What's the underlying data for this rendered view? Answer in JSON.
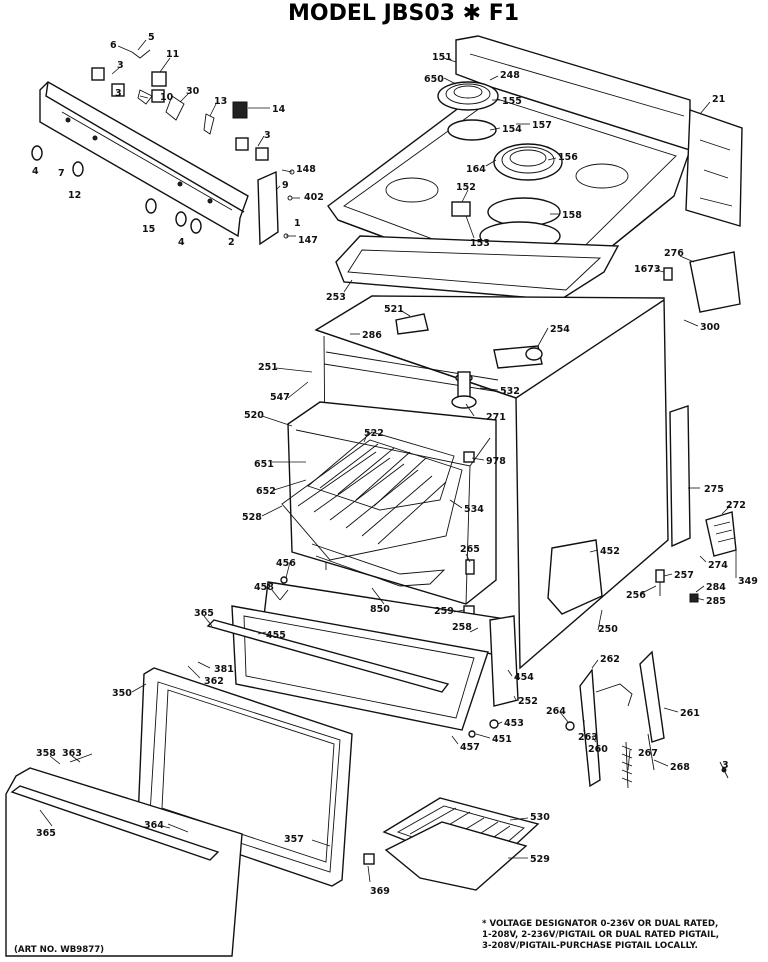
{
  "title": "MODEL JBS03",
  "title_suffix": "F1",
  "parts": [
    {
      "id": "p5",
      "label": "5"
    },
    {
      "id": "p6",
      "label": "6"
    },
    {
      "id": "p11",
      "label": "11"
    },
    {
      "id": "p3a",
      "label": "3"
    },
    {
      "id": "p3b",
      "label": "3"
    },
    {
      "id": "p3c",
      "label": "3"
    },
    {
      "id": "p10",
      "label": "10"
    },
    {
      "id": "p30",
      "label": "30"
    },
    {
      "id": "p13",
      "label": "13"
    },
    {
      "id": "p14",
      "label": "14"
    },
    {
      "id": "p4a",
      "label": "4"
    },
    {
      "id": "p4b",
      "label": "4"
    },
    {
      "id": "p7",
      "label": "7"
    },
    {
      "id": "p12",
      "label": "12"
    },
    {
      "id": "p15",
      "label": "15"
    },
    {
      "id": "p2",
      "label": "2"
    },
    {
      "id": "p148",
      "label": "148"
    },
    {
      "id": "p9",
      "label": "9"
    },
    {
      "id": "p402",
      "label": "402"
    },
    {
      "id": "p1",
      "label": "1"
    },
    {
      "id": "p147",
      "label": "147"
    },
    {
      "id": "p151",
      "label": "151"
    },
    {
      "id": "p650",
      "label": "650"
    },
    {
      "id": "p248",
      "label": "248"
    },
    {
      "id": "p155",
      "label": "155"
    },
    {
      "id": "p21",
      "label": "21"
    },
    {
      "id": "p157",
      "label": "157"
    },
    {
      "id": "p154",
      "label": "154"
    },
    {
      "id": "p164",
      "label": "164"
    },
    {
      "id": "p156",
      "label": "156"
    },
    {
      "id": "p152",
      "label": "152"
    },
    {
      "id": "p158",
      "label": "158"
    },
    {
      "id": "p153",
      "label": "153"
    },
    {
      "id": "p253",
      "label": "253"
    },
    {
      "id": "p276",
      "label": "276"
    },
    {
      "id": "p1673",
      "label": "1673"
    },
    {
      "id": "p300",
      "label": "300"
    },
    {
      "id": "p521",
      "label": "521"
    },
    {
      "id": "p286",
      "label": "286"
    },
    {
      "id": "p254",
      "label": "254"
    },
    {
      "id": "p251",
      "label": "251"
    },
    {
      "id": "p532",
      "label": "532"
    },
    {
      "id": "p547",
      "label": "547"
    },
    {
      "id": "p271",
      "label": "271"
    },
    {
      "id": "p520",
      "label": "520"
    },
    {
      "id": "p522",
      "label": "522"
    },
    {
      "id": "p651",
      "label": "651"
    },
    {
      "id": "p978",
      "label": "978"
    },
    {
      "id": "p652",
      "label": "652"
    },
    {
      "id": "p534",
      "label": "534"
    },
    {
      "id": "p275",
      "label": "275"
    },
    {
      "id": "p272",
      "label": "272"
    },
    {
      "id": "p528",
      "label": "528"
    },
    {
      "id": "p452",
      "label": "452"
    },
    {
      "id": "p265",
      "label": "265"
    },
    {
      "id": "p274",
      "label": "274"
    },
    {
      "id": "p456",
      "label": "456"
    },
    {
      "id": "p257",
      "label": "257"
    },
    {
      "id": "p284",
      "label": "284"
    },
    {
      "id": "p349",
      "label": "349"
    },
    {
      "id": "p458",
      "label": "458"
    },
    {
      "id": "p256",
      "label": "256"
    },
    {
      "id": "p285",
      "label": "285"
    },
    {
      "id": "p850",
      "label": "850"
    },
    {
      "id": "p259",
      "label": "259"
    },
    {
      "id": "p365a",
      "label": "365"
    },
    {
      "id": "p258",
      "label": "258"
    },
    {
      "id": "p250",
      "label": "250"
    },
    {
      "id": "p455",
      "label": "455"
    },
    {
      "id": "p262",
      "label": "262"
    },
    {
      "id": "p381",
      "label": "381"
    },
    {
      "id": "p362",
      "label": "362"
    },
    {
      "id": "p454",
      "label": "454"
    },
    {
      "id": "p252",
      "label": "252"
    },
    {
      "id": "p261",
      "label": "261"
    },
    {
      "id": "p350",
      "label": "350"
    },
    {
      "id": "p264",
      "label": "264"
    },
    {
      "id": "p453",
      "label": "453"
    },
    {
      "id": "p451",
      "label": "451"
    },
    {
      "id": "p263",
      "label": "263"
    },
    {
      "id": "p457",
      "label": "457"
    },
    {
      "id": "p260",
      "label": "260"
    },
    {
      "id": "p267",
      "label": "267"
    },
    {
      "id": "p268",
      "label": "268"
    },
    {
      "id": "p3d",
      "label": "3"
    },
    {
      "id": "p358",
      "label": "358"
    },
    {
      "id": "p363",
      "label": "363"
    },
    {
      "id": "p530",
      "label": "530"
    },
    {
      "id": "p365b",
      "label": "365"
    },
    {
      "id": "p364",
      "label": "364"
    },
    {
      "id": "p357",
      "label": "357"
    },
    {
      "id": "p529",
      "label": "529"
    },
    {
      "id": "p369",
      "label": "369"
    }
  ],
  "footnote": {
    "line1": "* VOLTAGE DESIGNATOR 0-236V OR DUAL RATED,",
    "line2": "1-208V, 2-236V/PIGTAIL OR DUAL RATED PIGTAIL,",
    "line3": "3-208V/PIGTAIL-PURCHASE PIGTAIL LOCALLY."
  },
  "art_no": "(ART NO. WB9877)"
}
